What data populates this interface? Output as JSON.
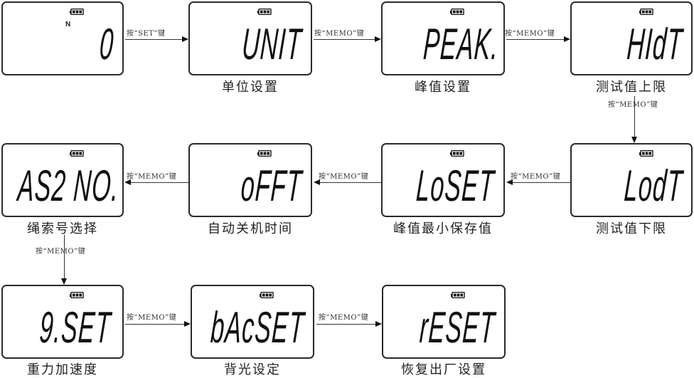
{
  "battery_icon": "battery-full-icon",
  "screens": [
    {
      "id": "measure",
      "display": "0",
      "unit": "N",
      "caption": ""
    },
    {
      "id": "unit",
      "display": "UNIT",
      "caption": "单位设置"
    },
    {
      "id": "peak",
      "display": "PEAK.",
      "caption": "峰值设置"
    },
    {
      "id": "hi",
      "display": "HIdT",
      "caption": "测试值上限"
    },
    {
      "id": "lo",
      "display": "LodT",
      "caption": "测试值下限"
    },
    {
      "id": "loset",
      "display": "LoSET",
      "caption": "峰值最小保存值"
    },
    {
      "id": "off",
      "display": "oFFT",
      "caption": "自动关机时间"
    },
    {
      "id": "rope",
      "display": "AS2 NO.",
      "caption": "绳索号选择"
    },
    {
      "id": "gset",
      "display": "9.SET",
      "caption": "重力加速度"
    },
    {
      "id": "bac",
      "display": "bAcSET",
      "caption": "背光设定"
    },
    {
      "id": "reset",
      "display": "rESET",
      "caption": "恢复出厂设置"
    }
  ],
  "edges": [
    {
      "from": "measure",
      "to": "unit",
      "label": "按“SET”键"
    },
    {
      "from": "unit",
      "to": "peak",
      "label": "按“MEMO”键"
    },
    {
      "from": "peak",
      "to": "hi",
      "label": "按“MEMO”键"
    },
    {
      "from": "hi",
      "to": "lo",
      "label": "按“MEMO”键"
    },
    {
      "from": "lo",
      "to": "loset",
      "label": "按“MEMO”键"
    },
    {
      "from": "loset",
      "to": "off",
      "label": "按“MEMO”键"
    },
    {
      "from": "off",
      "to": "rope",
      "label": "按“MEMO”键"
    },
    {
      "from": "rope",
      "to": "gset",
      "label": "按“MEMO”键"
    },
    {
      "from": "gset",
      "to": "bac",
      "label": "按“MEMO”键"
    },
    {
      "from": "bac",
      "to": "reset",
      "label": "按“MEMO”键"
    }
  ]
}
